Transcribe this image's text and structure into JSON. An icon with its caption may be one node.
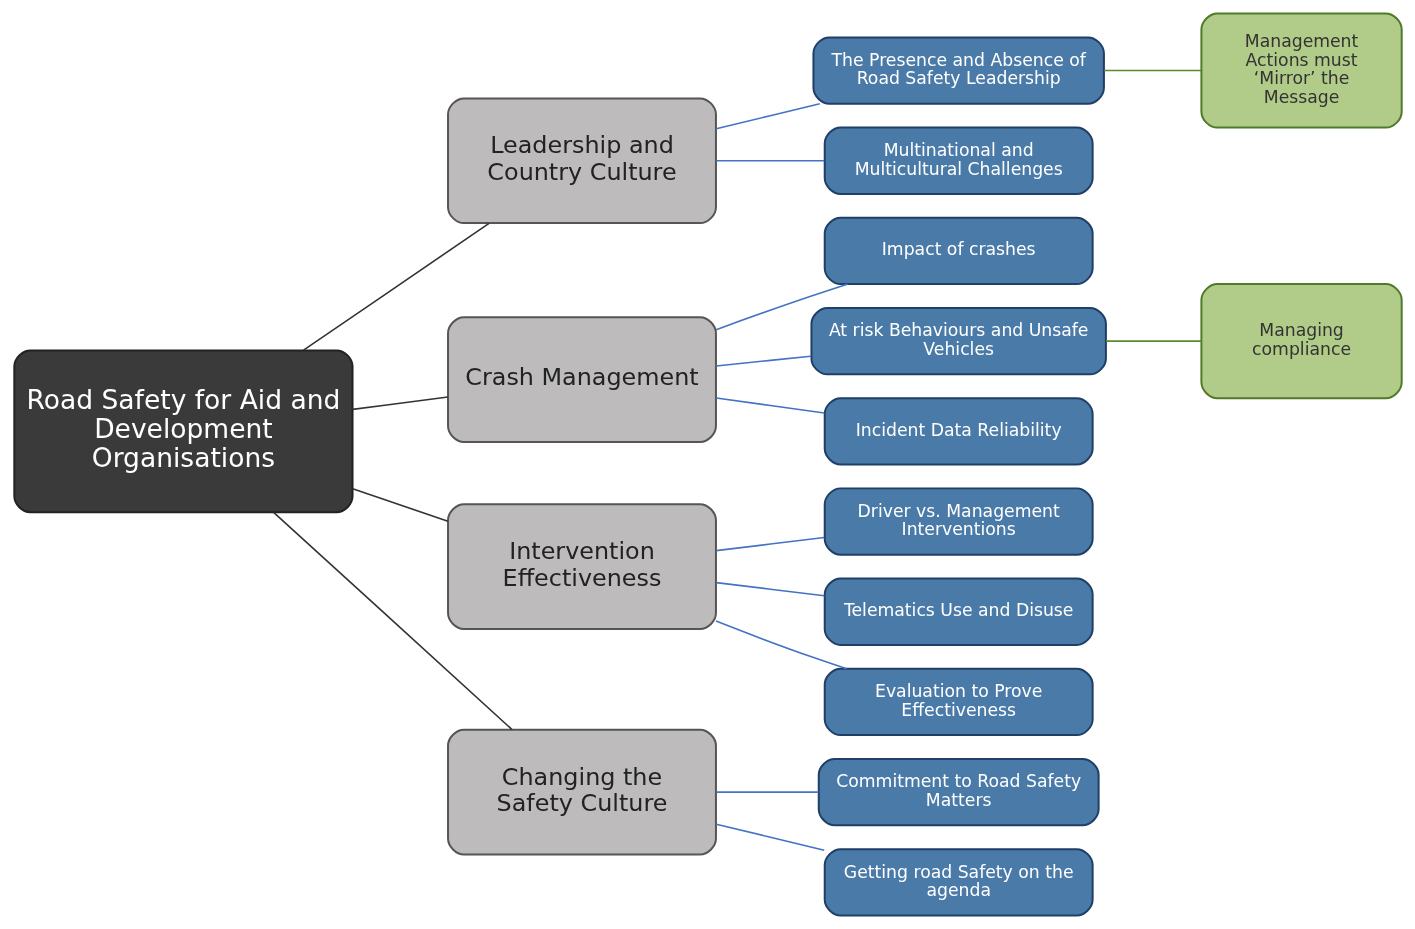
{
  "diagram": {
    "nodes": [
      {
        "text": [
          "Road Safety for Aid and Development Organisations"
        ]
      },
      {
        "text": [
          "Leadership and Country Culture"
        ]
      },
      {
        "text": [
          "Crash Management"
        ]
      },
      {
        "text": [
          "Intervention Effectiveness"
        ]
      },
      {
        "text": [
          "Changing the Safety Culture"
        ]
      },
      {
        "text": [
          "The Presence and Absence of Road Safety Leadership"
        ]
      },
      {
        "text": [
          "Multinational and Multicultural Challenges"
        ]
      },
      {
        "text": [
          "Impact of crashes"
        ]
      },
      {
        "text": [
          "At risk Behaviours and Unsafe Vehicles"
        ]
      },
      {
        "text": [
          "Incident Data Reliability"
        ]
      },
      {
        "text": [
          "Driver vs. Management Interventions"
        ]
      },
      {
        "text": [
          "Telematics Use and Disuse"
        ]
      },
      {
        "text": [
          "Evaluation to Prove Effectiveness"
        ]
      },
      {
        "text": [
          "Commitment to Road Safety Matters"
        ]
      },
      {
        "text": [
          "Getting road Safety on the agenda"
        ]
      },
      {
        "text": [
          "Management Actions must ‘Mirror’ the Message"
        ]
      },
      {
        "text": [
          "Managing compliance"
        ]
      }
    ],
    "edges": [
      {
        "from": 0,
        "to": 1,
        "arrow": "none",
        "color": "#333333"
      },
      {
        "from": 0,
        "to": 2,
        "arrow": "none",
        "color": "#333333"
      },
      {
        "from": 0,
        "to": 3,
        "arrow": "none",
        "color": "#333333"
      },
      {
        "from": 0,
        "to": 4,
        "arrow": "none",
        "color": "#333333"
      },
      {
        "from": 1,
        "to": 5,
        "arrow": "none"
      },
      {
        "from": 1,
        "to": 6,
        "arrow": "none"
      },
      {
        "from": 2,
        "to": 7,
        "arrow": "none"
      },
      {
        "from": 2,
        "to": 8,
        "arrow": "none"
      },
      {
        "from": 2,
        "to": 9,
        "arrow": "none"
      },
      {
        "from": 3,
        "to": 10,
        "arrow": "none"
      },
      {
        "from": 3,
        "to": 11,
        "arrow": "none"
      },
      {
        "from": 3,
        "to": 12,
        "arrow": "none"
      },
      {
        "from": 4,
        "to": 13,
        "arrow": "none"
      },
      {
        "from": 4,
        "to": 14,
        "arrow": "none"
      },
      {
        "from": 5,
        "to": 15,
        "arrow": "none",
        "color": "#5a8a2a"
      },
      {
        "from": 8,
        "to": 16,
        "arrow": "none",
        "color": "#5a8a2a"
      }
    ]
  }
}
